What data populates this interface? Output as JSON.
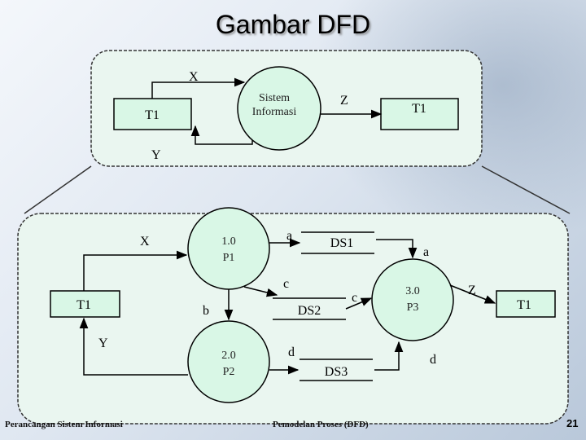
{
  "title": "Gambar DFD",
  "top_diagram": {
    "process_label": "Sistem\nInformasi",
    "process_line1": "Sistem",
    "process_line2": "Informasi",
    "entity_left": "T1",
    "entity_right": "T1",
    "flow_x": "X",
    "flow_y": "Y",
    "flow_z": "Z"
  },
  "bottom_diagram": {
    "entity_left": "T1",
    "entity_right": "T1",
    "p1_num": "1.0",
    "p1_name": "P1",
    "p2_num": "2.0",
    "p2_name": "P2",
    "p3_num": "3.0",
    "p3_name": "P3",
    "ds1": "DS1",
    "ds2": "DS2",
    "ds3": "DS3",
    "flow_x": "X",
    "flow_y": "Y",
    "flow_z": "Z",
    "flow_a1": "a",
    "flow_a2": "a",
    "flow_b": "b",
    "flow_c1": "c",
    "flow_c2": "c",
    "flow_d1": "d",
    "flow_d2": "d"
  },
  "footer": {
    "left": "Perancangan Sistem Informasi",
    "center": "Pemodelan Proses (DFD)",
    "page": "21"
  }
}
